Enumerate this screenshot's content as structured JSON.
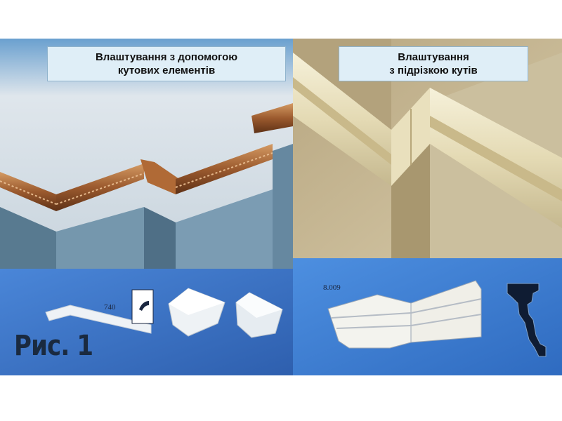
{
  "captions": {
    "left": [
      "Влаштування з допомогою",
      "кутових елементів"
    ],
    "right": [
      "Влаштування",
      "з підрізкою кутів"
    ]
  },
  "figure_label": "Рис. 1",
  "dimension_labels": {
    "left_height": "740",
    "right_code": "8.009"
  },
  "colors": {
    "left_wall": "#6f8fa3",
    "left_ceiling": "#d8e2ea",
    "copper_molding": "#9b5a2e",
    "right_wall": "#c9bc98",
    "cream_molding": "#ece5c4",
    "blue_background": "#3c72c4"
  }
}
